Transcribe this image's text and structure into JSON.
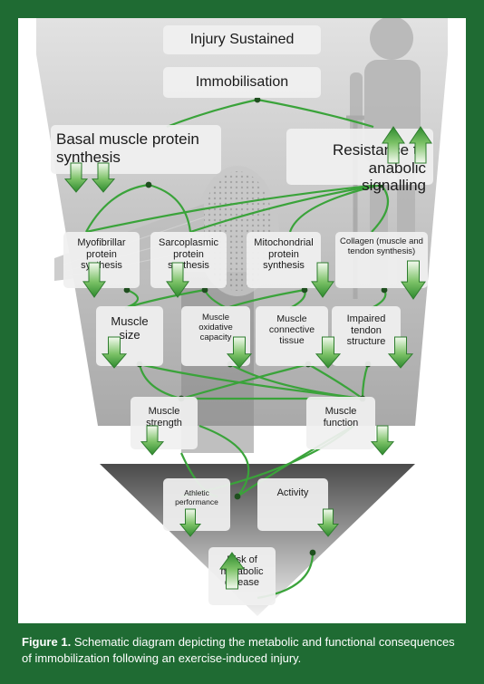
{
  "diagram": {
    "nodes": {
      "injury": "Injury Sustained",
      "immobilisation": "Immobilisation",
      "basal_mps": "Basal muscle protein synthesis",
      "anabolic_resistance": "Resistance to anabolic signalling",
      "myofibrillar": "Myofibrillar protein synthesis",
      "sarcoplasmic": "Sarcoplasmic protein synthesis",
      "mitochondrial": "Mitochondrial protein synthesis",
      "collagen": "Collagen (muscle and tendon synthesis)",
      "muscle_size": "Muscle size",
      "oxidative": "Muscle oxidative capacity",
      "connective": "Muscle connective tissue",
      "tendon": "Impaired tendon structure",
      "strength": "Muscle strength",
      "function": "Muscle function",
      "athletic": "Athletic performance",
      "activity": "Activity",
      "metabolic": "Risk of metabolic disease"
    },
    "arrows": {
      "down": "decrease",
      "up": "increase"
    }
  },
  "caption": {
    "label": "Figure 1.",
    "text": "Schematic diagram depicting the metabolic and functional consequences of immobilization following an exercise-induced injury."
  },
  "colors": {
    "frame": "#1f6b33",
    "connector": "#3aa33a",
    "arrow": "#4caf3f"
  }
}
